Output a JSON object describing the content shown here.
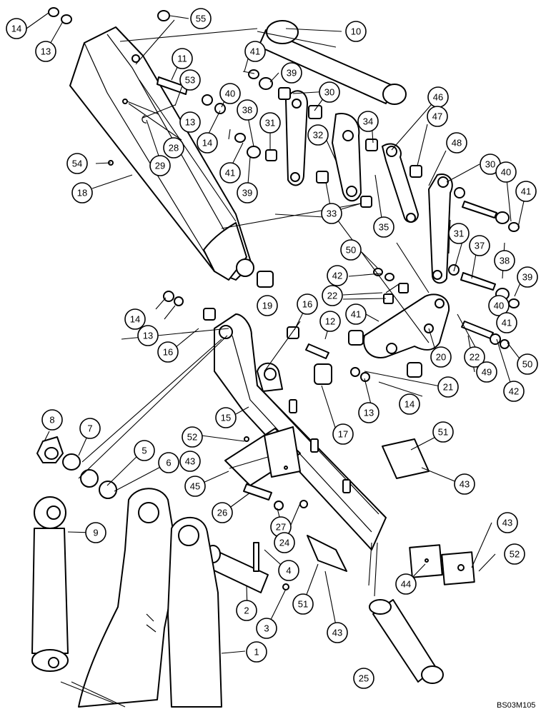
{
  "figure_code": "BS03M105",
  "callouts": [
    "1",
    "2",
    "3",
    "4",
    "5",
    "6",
    "7",
    "8",
    "9",
    "10",
    "11",
    "12",
    "13",
    "14",
    "15",
    "16",
    "17",
    "18",
    "19",
    "20",
    "21",
    "22",
    "24",
    "25",
    "26",
    "27",
    "28",
    "29",
    "30",
    "31",
    "32",
    "33",
    "34",
    "35",
    "37",
    "38",
    "39",
    "40",
    "41",
    "42",
    "43",
    "44",
    "45",
    "46",
    "47",
    "48",
    "49",
    "50",
    "51",
    "52",
    "53",
    "54",
    "55"
  ]
}
